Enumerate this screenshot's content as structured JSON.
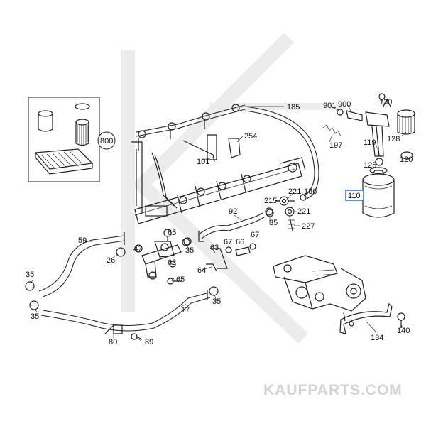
{
  "watermark": "KAUFPARTS.COM",
  "highlight_color": "#2a6fbf",
  "labels": {
    "l901": "901",
    "l900": "900",
    "l130": "130",
    "l185": "185",
    "l254": "254",
    "l197": "197",
    "l128": "128",
    "l119": "119",
    "l120": "120",
    "l101": "101",
    "l125": "125",
    "l800": "800",
    "l110": "110",
    "l221a": "221",
    "l215": "215",
    "l186": "186",
    "l221b": "221",
    "l92": "92",
    "l35a": "35",
    "l227": "227",
    "l59": "59",
    "l65a": "65",
    "l47": "47",
    "l26": "26",
    "l35b": "35",
    "l67a": "67",
    "l66": "66",
    "l67b": "67",
    "l63": "63",
    "l62": "62",
    "l64": "64",
    "l65b": "65",
    "l35c": "35",
    "l17": "17",
    "l35d": "35",
    "l35e": "35",
    "l80": "80",
    "l89": "89",
    "l134": "134",
    "l140": "140"
  }
}
